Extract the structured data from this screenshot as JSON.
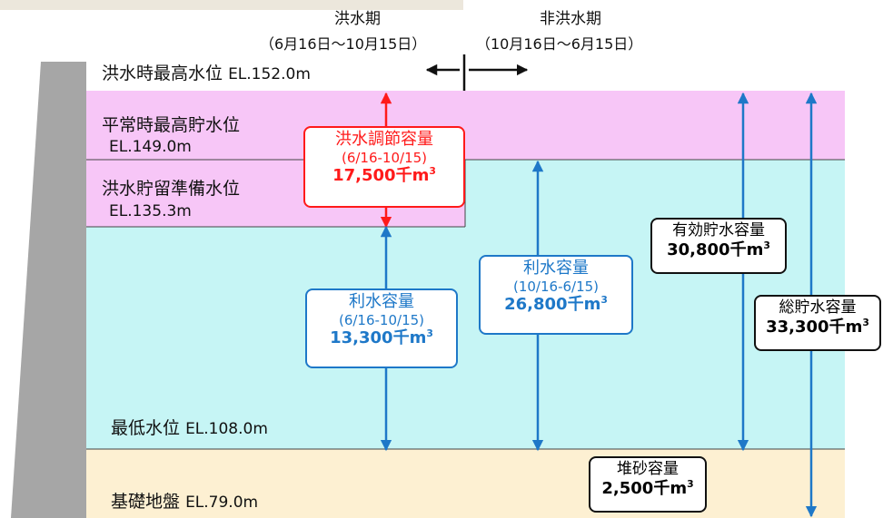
{
  "period": {
    "flood": {
      "name": "洪水期",
      "range": "（6月16日～10月15日）"
    },
    "non_flood": {
      "name": "非洪水期",
      "range": "（10月16日～6月15日）"
    }
  },
  "levels": {
    "flood_max": {
      "name": "洪水時最高水位",
      "el": "EL.152.0m"
    },
    "normal_max": {
      "name": "平常時最高貯水位",
      "el": "EL.149.0m"
    },
    "flood_reserve": {
      "name": "洪水貯留準備水位",
      "el": "EL.135.3m"
    },
    "minimum": {
      "name": "最低水位",
      "el": "EL.108.0m"
    },
    "foundation": {
      "name": "基礎地盤",
      "el": "EL.79.0m"
    }
  },
  "capacities": {
    "flood_control": {
      "name": "洪水調節容量",
      "period": "(6/16-10/15)",
      "value": "17,500千m",
      "sup": "3"
    },
    "water_use_flood": {
      "name": "利水容量",
      "period": "(6/16-10/15)",
      "value": "13,300千m",
      "sup": "3"
    },
    "water_use_nonflood": {
      "name": "利水容量",
      "period": "(10/16-6/15)",
      "value": "26,800千m",
      "sup": "3"
    },
    "effective": {
      "name": "有効貯水容量",
      "value": "30,800千m",
      "sup": "3"
    },
    "total": {
      "name": "総貯水容量",
      "value": "33,300千m",
      "sup": "3"
    },
    "sediment": {
      "name": "堆砂容量",
      "value": "2,500千m",
      "sup": "3"
    }
  },
  "colors": {
    "dam": "#a6a6a6",
    "flood_zone": "#f7c6f7",
    "water": "#c6f5f5",
    "sediment": "#fdf0d2",
    "arrow_blue": "#1e78c8",
    "arrow_red": "#ff1a1a",
    "header_band": "#ece7dc"
  }
}
